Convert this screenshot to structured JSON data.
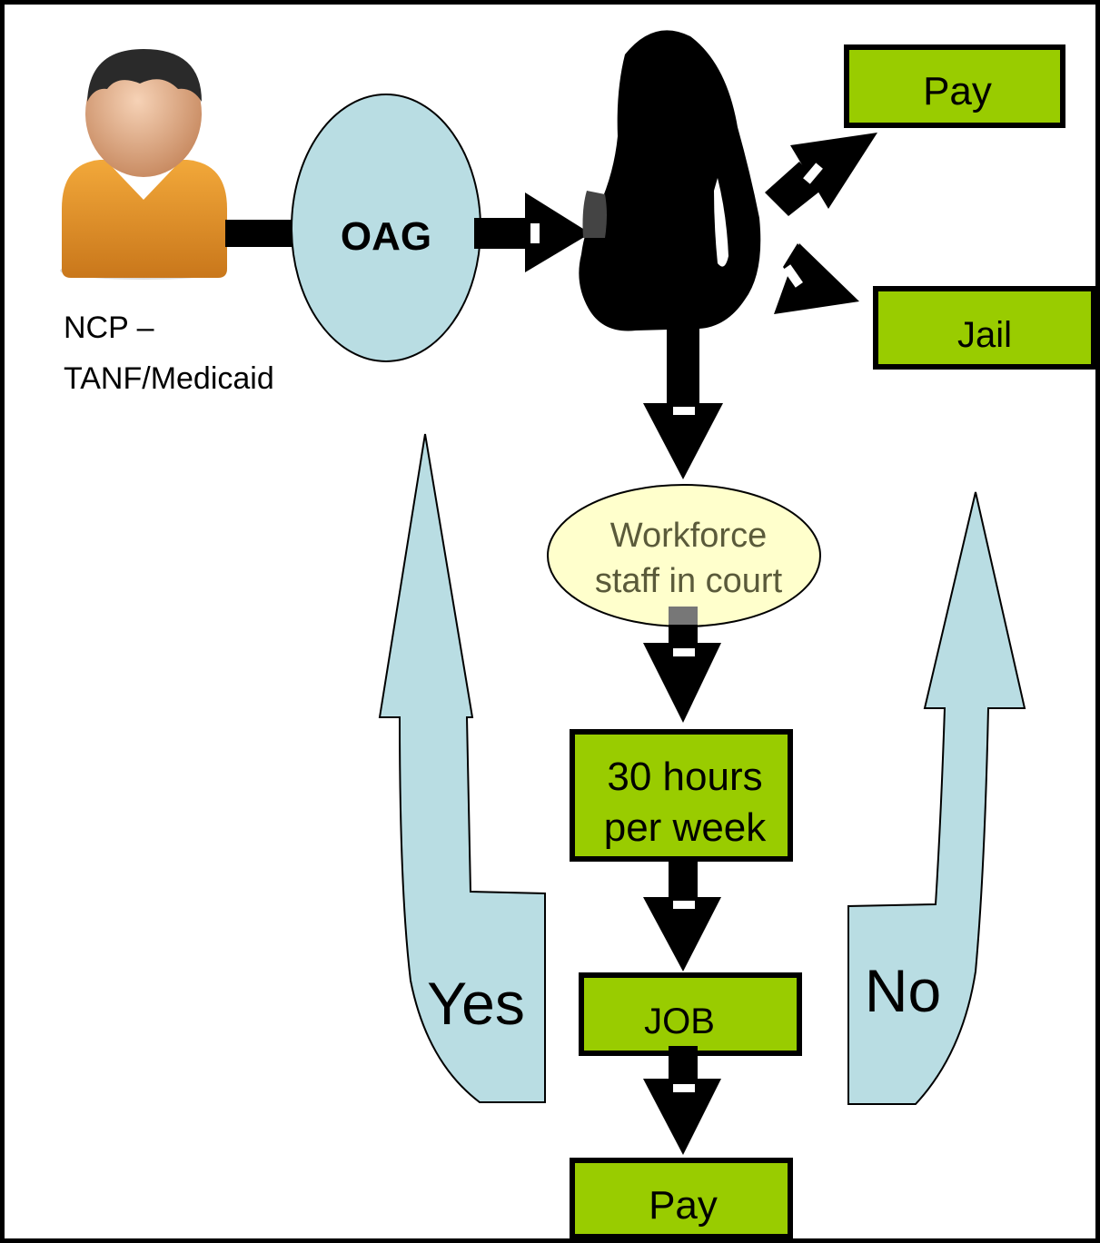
{
  "diagram": {
    "person": {
      "label_line1": "NCP –",
      "label_line2": "TANF/Medicaid",
      "icon": "person-icon"
    },
    "oag": {
      "label": "OAG"
    },
    "judge": {
      "icon": "judge-silhouette-icon"
    },
    "outcomes": {
      "pay_top": "Pay",
      "jail": "Jail"
    },
    "workforce": {
      "line1": "Workforce",
      "line2": "staff in court"
    },
    "hours": {
      "line1": "30 hours",
      "line2": "per week"
    },
    "job": {
      "label": "JOB"
    },
    "pay_bottom": {
      "label": "Pay"
    },
    "loops": {
      "yes": "Yes",
      "no": "No"
    },
    "colors": {
      "box_fill": "#99cc00",
      "oval_fill": "#b9dde3",
      "workforce_fill": "#ffffcc",
      "arrow_loop_fill": "#b9dde3",
      "connector": "#000000",
      "border": "#000000"
    }
  }
}
